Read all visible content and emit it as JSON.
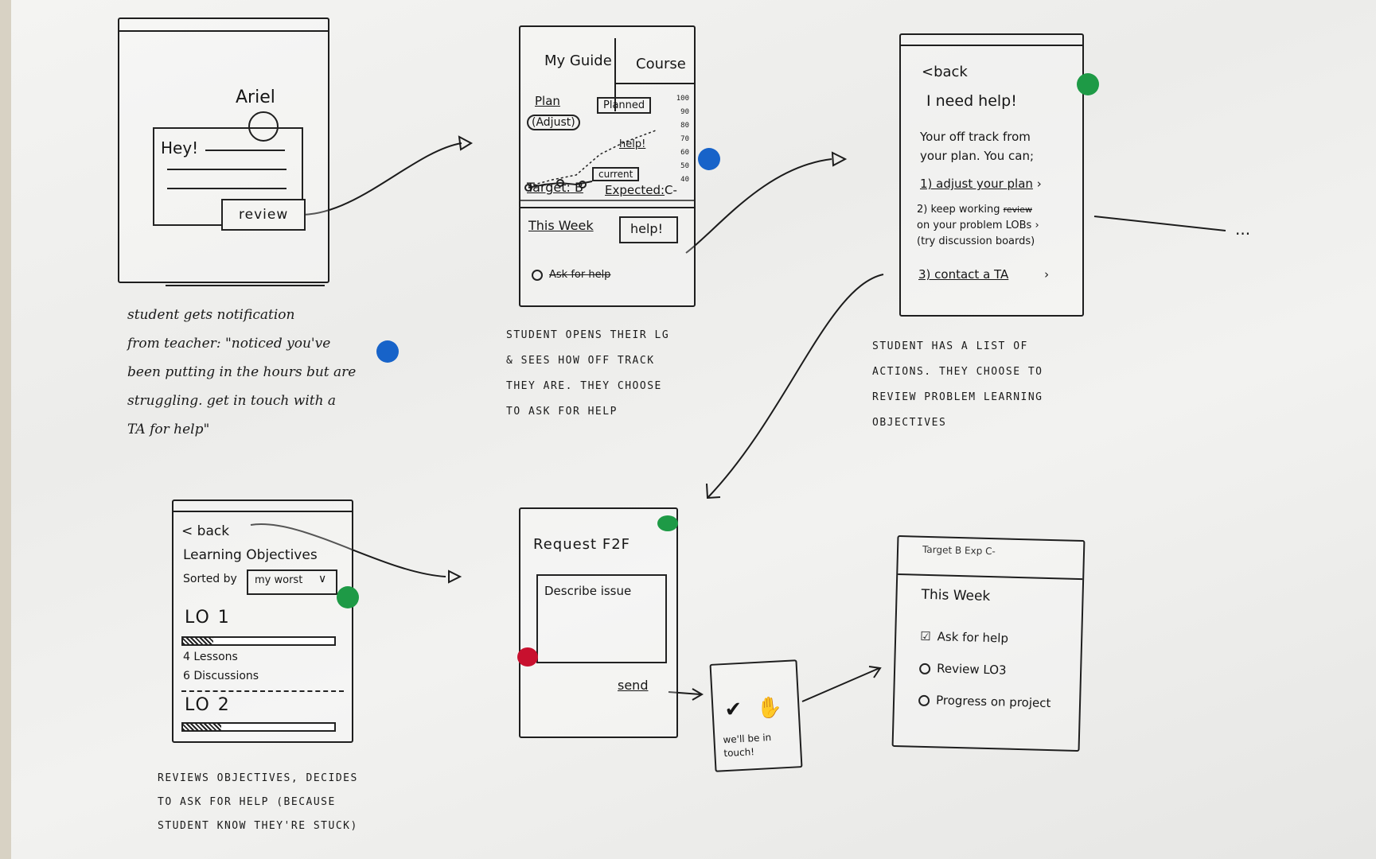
{
  "colors": {
    "blue_dot": "#1763c9",
    "green_dot": "#1e9a46",
    "red_dot": "#c8102e",
    "ink": "#1a1a1a"
  },
  "screen1": {
    "name": "Ariel",
    "message_greeting": "Hey!",
    "review_button": "review",
    "caption": [
      "student gets notification",
      "from teacher: \"noticed you've",
      "been putting in the hours but are",
      "struggling. get in touch with a",
      "TA for help\""
    ]
  },
  "screen2": {
    "tab_guide": "My Guide",
    "tab_course": "Course",
    "plan_label": "Plan",
    "adjust_label": "(Adjust)",
    "planned_label": "Planned",
    "help_label": "help!",
    "current_label": "current",
    "axis_ticks": [
      "100",
      "90",
      "80",
      "70",
      "60",
      "50",
      "40"
    ],
    "target_label": "Target:",
    "target_value": "B",
    "expected_label": "Expected:",
    "expected_value": "C-",
    "this_week": "This Week",
    "help_button": "help!",
    "task": "Ask for help",
    "caption": [
      "STUDENT OPENS THEIR LG",
      "& SEES HOW OFF TRACK",
      "THEY ARE. THEY CHOOSE",
      "TO ASK FOR HELP"
    ]
  },
  "screen3": {
    "back": "<back",
    "title": "I need help!",
    "intro": [
      "Your off track from",
      "your plan. You can;"
    ],
    "option1": "1) adjust your plan",
    "option2_strike": "review",
    "option2": [
      "2) keep working",
      "on your problem LOBs",
      "(try discussion boards)"
    ],
    "option3": "3) contact a TA",
    "caption": [
      "STUDENT HAS A LIST OF",
      "ACTIONS. THEY CHOOSE TO",
      "REVIEW PROBLEM LEARNING",
      "OBJECTIVES"
    ]
  },
  "screen4": {
    "back": "< back",
    "title": "Learning Objectives",
    "sorted_by": "Sorted by",
    "sort_value": "my worst",
    "lo1": "LO 1",
    "lo1_progress": 0.2,
    "lessons": "4 Lessons",
    "discussions": "6 Discussions",
    "lo2": "LO 2",
    "lo2_progress": 0.25,
    "caption": [
      "REVIEWS OBJECTIVES, DECIDES",
      "TO ASK FOR HELP (BECAUSE",
      "STUDENT KNOW THEY'RE STUCK)"
    ]
  },
  "screen5": {
    "title": "Request F2F",
    "describe": "Describe issue",
    "send": "send"
  },
  "toast": {
    "text": [
      "we'll be in",
      "touch!"
    ]
  },
  "screen6": {
    "header": "Target B   Exp C-",
    "this_week": "This Week",
    "tasks": [
      {
        "label": "Ask for help",
        "done": true
      },
      {
        "label": "Review LO3",
        "done": false
      },
      {
        "label": "Progress on project",
        "done": false
      }
    ]
  },
  "ellipsis": "..."
}
